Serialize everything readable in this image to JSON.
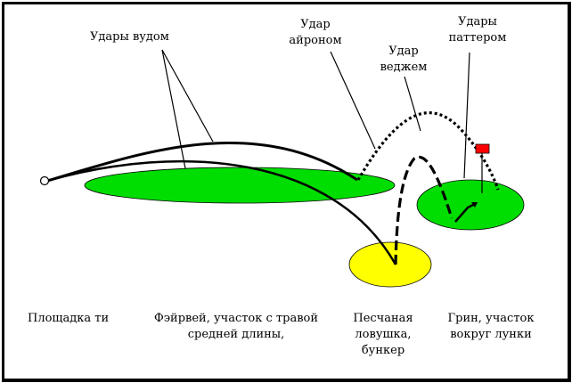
{
  "labels": {
    "drive": "Удары вудом",
    "iron": "Удар\nайроном",
    "wedge": "Удар\nведжем",
    "putter": "Удары\nпаттером",
    "tee": "Площадка ти",
    "fairway": "Фэйрвей, участок с травой\nсредней длины,",
    "bunker": "Песчаная\nловушка,\nбункер",
    "green": "Грин, участок\nвокруг лунки"
  },
  "colors": {
    "fairway": "#00dd00",
    "bunker": "#ffff00",
    "flag": "#ff0000",
    "stroke": "#000000"
  },
  "icons": {
    "tee_marker": "tee-ball-icon",
    "flag": "flag-icon"
  }
}
